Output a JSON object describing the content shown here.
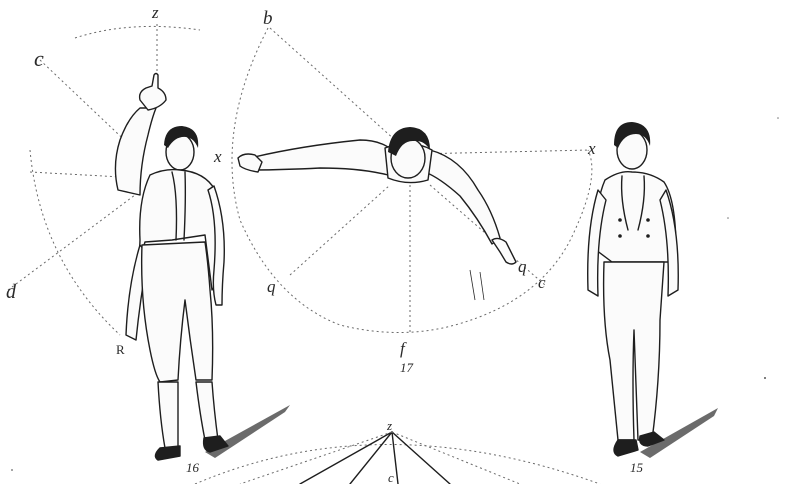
{
  "plate": {
    "figures": [
      {
        "number": "16",
        "letters": {
          "top": "z",
          "upper_left": "c",
          "left": "d",
          "lower": "R"
        }
      },
      {
        "number": "17",
        "letters": {
          "top": "b",
          "left": "x",
          "lower_left": "q",
          "bottom": "f",
          "right_hand": "q",
          "right": "c"
        }
      },
      {
        "number": "15",
        "letters": {
          "right": "x"
        }
      }
    ],
    "bottom_letters": {
      "top": "z",
      "inner": "c"
    }
  }
}
